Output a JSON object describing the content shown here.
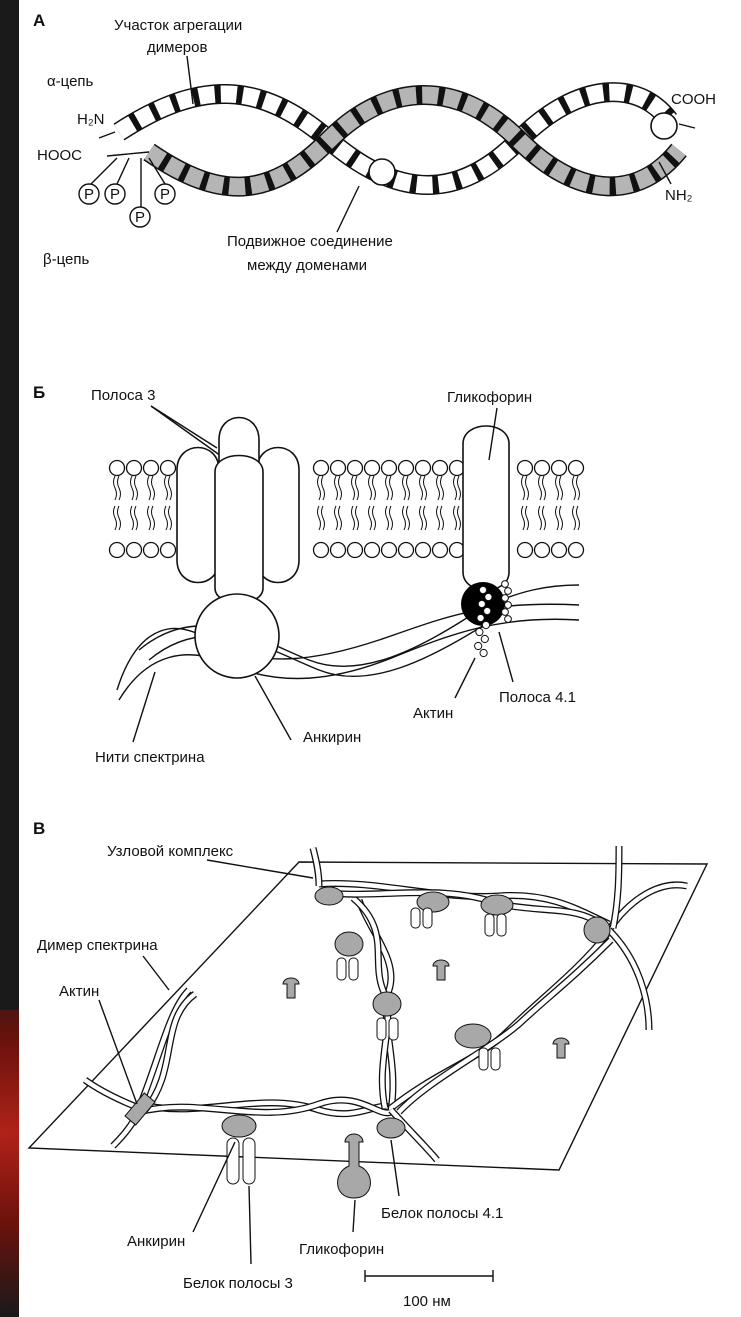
{
  "panel_a": {
    "letter": "А",
    "aggregation": [
      "Участок агрегации",
      "димеров"
    ],
    "alpha": "α-цепь",
    "h2n": "H₂N",
    "hooc": "HOOC",
    "cooh": "COOH",
    "nh2": "NH₂",
    "p": "P",
    "beta": "β-цепь",
    "flex": [
      "Подвижное соединение",
      "между доменами"
    ]
  },
  "panel_b": {
    "letter": "Б",
    "band3": "Полоса 3",
    "glycophorin": "Гликофорин",
    "spectrin": "Нити спектрина",
    "ankyrin": "Анкирин",
    "actin": "Актин",
    "band41": "Полоса 4.1"
  },
  "panel_c": {
    "letter": "В",
    "node": "Узловой комплекс",
    "dimer": "Димер спектрина",
    "actin": "Актин",
    "ankyrin": "Анкирин",
    "band3": "Белок полосы 3",
    "glycophorin": "Гликофорин",
    "band41": "Белок полосы 4.1",
    "scale": "100 нм"
  },
  "colors": {
    "background": "#1a1a1a",
    "panel": "#ffffff",
    "grey_domain": "#b5b5b5",
    "grey_protein": "#a8a8a8",
    "black_node": "#000000"
  }
}
